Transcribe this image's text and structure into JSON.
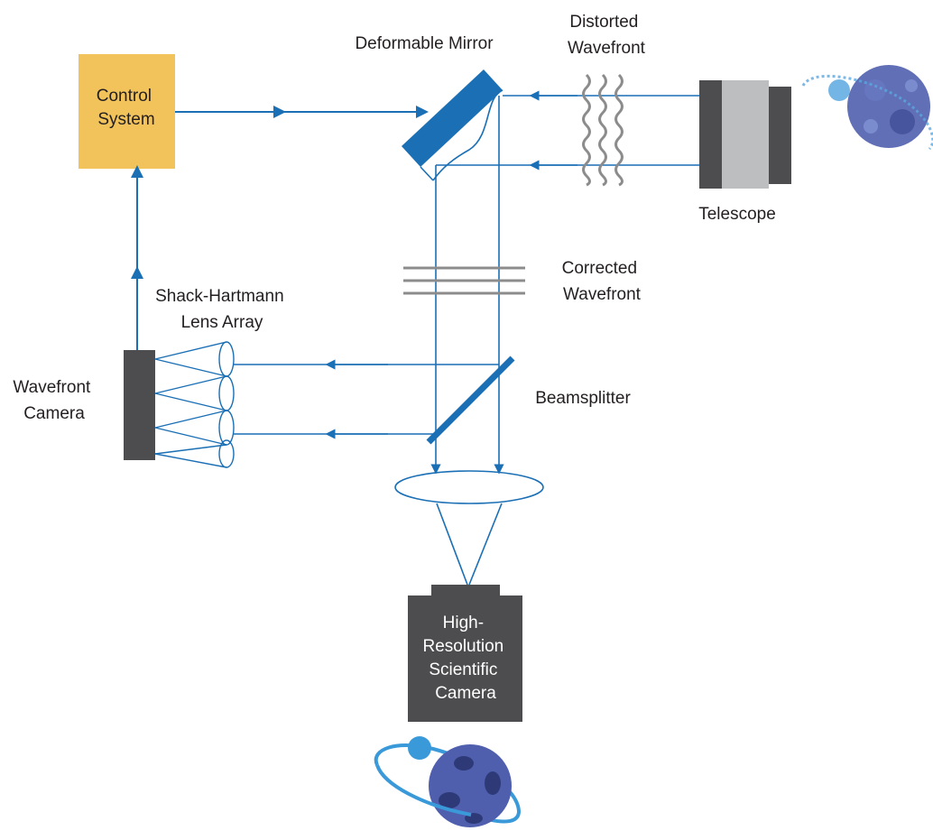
{
  "diagram": {
    "labels": {
      "deformable_mirror": "Deformable Mirror",
      "distorted_wavefront": [
        "Distorted",
        "Wavefront"
      ],
      "control_system": [
        "Control",
        "System"
      ],
      "telescope": "Telescope",
      "corrected_wavefront": [
        "Corrected",
        "Wavefront"
      ],
      "shack_hartmann": [
        "Shack-Hartmann",
        "Lens Array"
      ],
      "wavefront_camera": [
        "Wavefront",
        "Camera"
      ],
      "beamsplitter": "Beamsplitter",
      "science_camera": [
        "High-",
        "Resolution",
        "Scientific",
        "Camera"
      ]
    },
    "colors": {
      "beam": "#1a6fb5",
      "optic": "#1a6fb5",
      "control_box": "#f2c35b",
      "camera_body": "#4d4d4f",
      "telescope_tube": "#bcbec0",
      "wavefront_line": "#8c8c8c",
      "planet_blue": "#4f5fae",
      "moon": "#3a9ad9"
    },
    "icons": [
      "planet-distorted-icon",
      "planet-sharp-icon"
    ]
  }
}
